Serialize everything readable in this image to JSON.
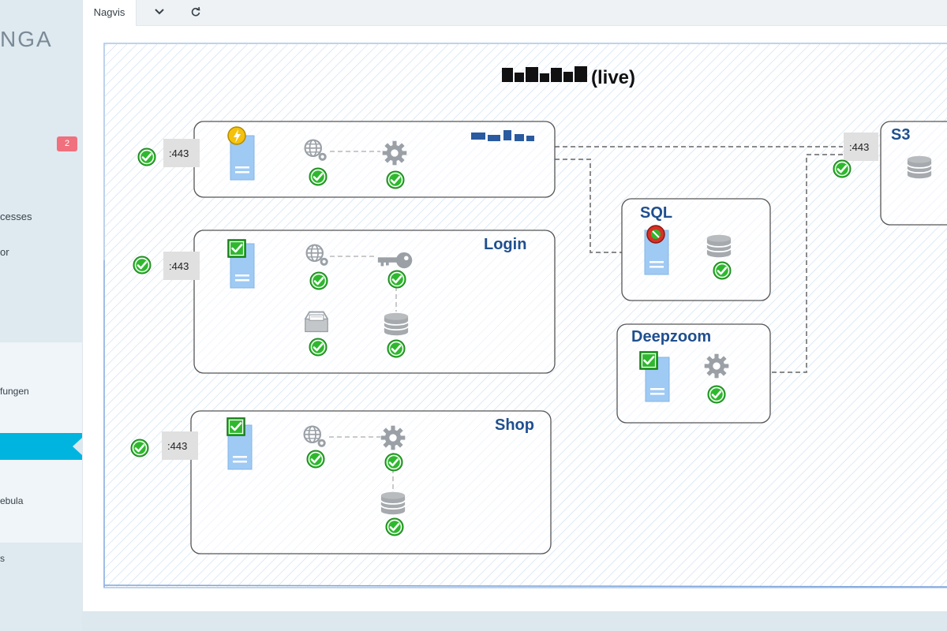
{
  "sidebar": {
    "logo": "NGA",
    "badge": "2",
    "items": [
      {
        "label": "cesses"
      },
      {
        "label": "or"
      },
      {
        "label": "fungen"
      },
      {
        "label": "ebula"
      },
      {
        "label": "s"
      }
    ]
  },
  "tabbar": {
    "tab_label": "Nagvis",
    "dropdown_icon": "chevron-down-icon",
    "refresh_icon": "refresh-icon"
  },
  "map": {
    "title": "(live)",
    "port_label": ":443",
    "groups": [
      {
        "title": ""
      },
      {
        "title": "Login"
      },
      {
        "title": "Shop"
      },
      {
        "title": "SQL"
      },
      {
        "title": "Deepzoom"
      },
      {
        "title": "S3"
      }
    ],
    "colors": {
      "ok": "#2eb82e",
      "group_title": "#1f4f8f",
      "server": "#9fcaf4",
      "hatch": "#c8dcf2",
      "warning": "#f4c20d",
      "critical": "#d93025"
    }
  }
}
